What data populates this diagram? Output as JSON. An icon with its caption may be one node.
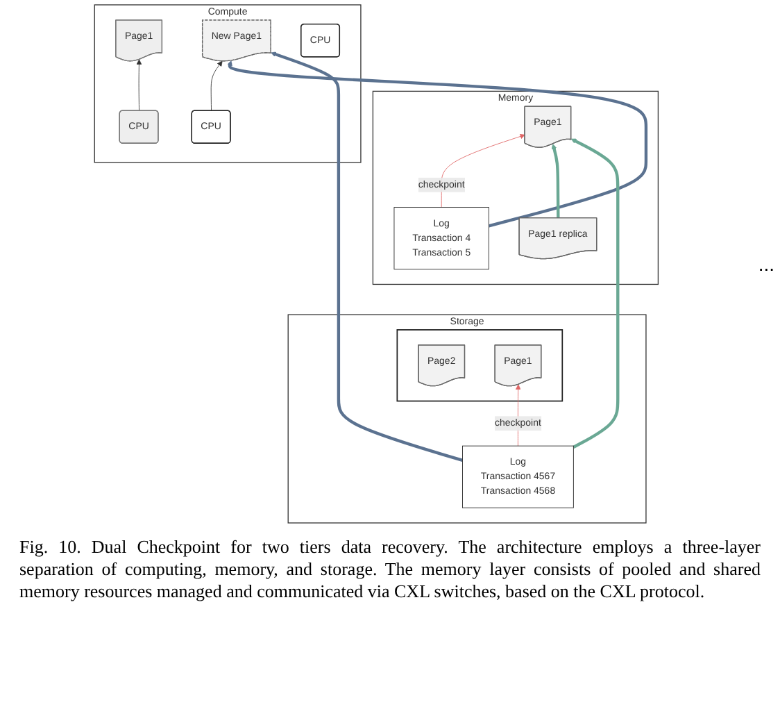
{
  "diagram": {
    "caption": "Fig. 10. Dual Checkpoint for two tiers data recovery. The architecture employs a three-layer separation of computing, memory, and storage. The memory layer consists of pooled and shared memory resources managed and communicated via CXL switches, based on the CXL protocol.",
    "nodes": [
      {
        "text": [
          "Compute"
        ]
      },
      {
        "text": [
          "CPU"
        ],
        "in": 0
      },
      {
        "text": [
          "Page1"
        ],
        "in": 0
      },
      {
        "text": [
          "CPU"
        ],
        "in": 0
      },
      {
        "text": [
          "New Page1"
        ],
        "in": 0
      },
      {
        "text": [
          "CPU"
        ],
        "in": 0
      },
      {
        "text": [
          "Memory"
        ]
      },
      {
        "text": [
          "Log",
          "Transaction 4",
          "Transaction 5"
        ],
        "in": 6
      },
      {
        "text": [
          "Page1"
        ],
        "in": 6
      },
      {
        "text": [
          "Page1 replica"
        ],
        "in": 6
      },
      {
        "text": [
          "Storage"
        ]
      },
      {
        "text": [],
        "shape": "cylinder",
        "in": 10
      },
      {
        "text": [
          "Page2"
        ],
        "in": 11
      },
      {
        "text": [
          "Page1"
        ],
        "in": 11
      },
      {
        "text": [
          "Log",
          "Transaction 4567",
          "Transaction 4568"
        ],
        "in": 10
      }
    ],
    "edges": [
      {
        "from": 1,
        "to": 2,
        "arrow": "to"
      },
      {
        "from": 3,
        "to": 4,
        "arrow": "to"
      },
      {
        "from": 7,
        "to": 8,
        "arrow": "to",
        "label": "checkpoint",
        "color": "#e06666"
      },
      {
        "from": 14,
        "to": 13,
        "arrow": "to",
        "label": "checkpoint",
        "color": "#e06666"
      },
      {
        "from": 7,
        "to": 4,
        "arrow": "to",
        "style": "thick",
        "color": "#5b7290"
      },
      {
        "from": 14,
        "to": 4,
        "arrow": "to",
        "style": "thick",
        "color": "#5b7290"
      },
      {
        "from": 9,
        "to": 8,
        "arrow": "to",
        "style": "thick",
        "color": "#6aa894"
      },
      {
        "from": 14,
        "to": 8,
        "arrow": "to",
        "style": "thick",
        "color": "#6aa894"
      }
    ],
    "labels": [
      "..."
    ]
  }
}
